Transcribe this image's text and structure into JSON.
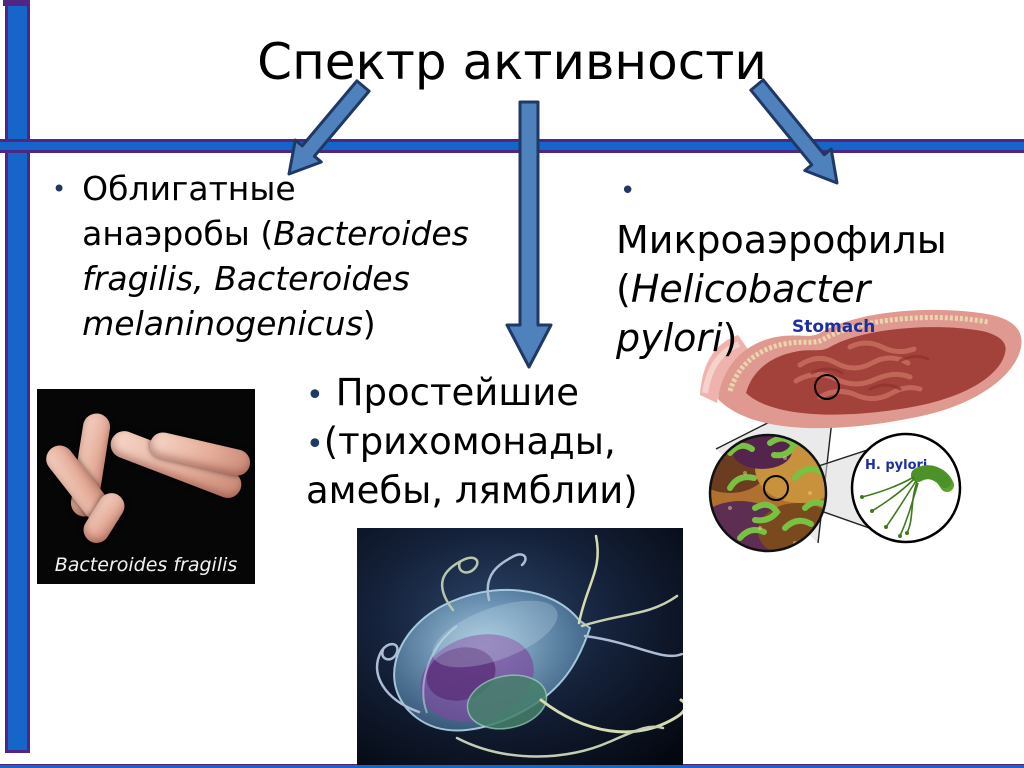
{
  "slide": {
    "title": "Спектр активности",
    "left": {
      "bullet": "•",
      "line1": "Облигатные",
      "line2_normal": "анаэробы (",
      "line2_italic": "Bacteroides",
      "line3_italic": "fragilis, Bacteroides",
      "line4_italic": "melaninogenicus",
      "line4_suffix": ")"
    },
    "middle": {
      "bullet": "•",
      "line1": "Простейшие",
      "line2": "(трихомонады,",
      "line3": "амебы, лямблии)"
    },
    "right": {
      "bullet": "•",
      "line1": "Микроаэрофилы",
      "line2_normal": "(",
      "line2_italic": "Helicobacter",
      "line3_italic": "pylori",
      "line3_suffix": ")"
    },
    "images": {
      "bacteroides": {
        "caption": "Bacteroides fragilis"
      },
      "stomach": {
        "label": "Stomach",
        "hpylori_label": "H. pylori"
      }
    },
    "colors": {
      "frame_blue": "#1566C8",
      "frame_purple": "#4F2683",
      "arrow_fill": "#4F81BD",
      "arrow_outline": "#1F3864",
      "bullet_navy": "#1F3864",
      "image_label_blue": "#1B2F9E",
      "text_black": "#000000"
    }
  }
}
